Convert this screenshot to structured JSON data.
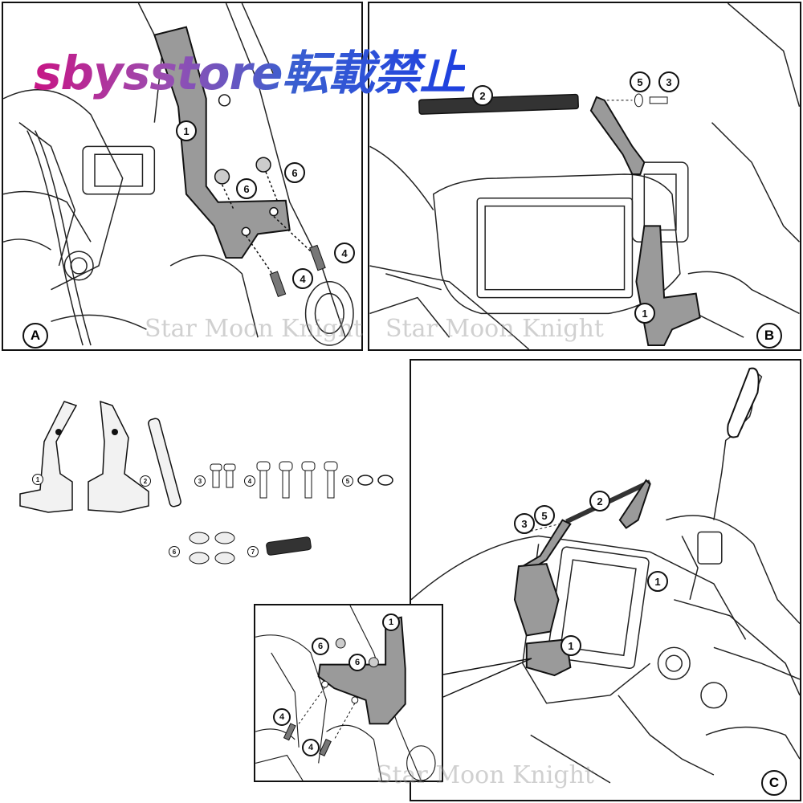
{
  "watermark_banner": "sbysstore転載禁止",
  "watermarks": [
    "Star Moon Knight",
    "Star Moon Knight",
    "Star Moon Knight"
  ],
  "panels": {
    "a": {
      "letter": "A",
      "callouts": [
        "1",
        "6",
        "6",
        "4",
        "4"
      ]
    },
    "b": {
      "letter": "B",
      "callouts": [
        "2",
        "5",
        "3",
        "1"
      ]
    },
    "c": {
      "letter": "C",
      "callouts": [
        "2",
        "3",
        "5",
        "1",
        "1"
      ]
    },
    "inset": {
      "callouts": [
        "1",
        "6",
        "6",
        "4",
        "4"
      ]
    }
  },
  "parts_list": [
    "1",
    "2",
    "3",
    "4",
    "5",
    "6",
    "7"
  ]
}
